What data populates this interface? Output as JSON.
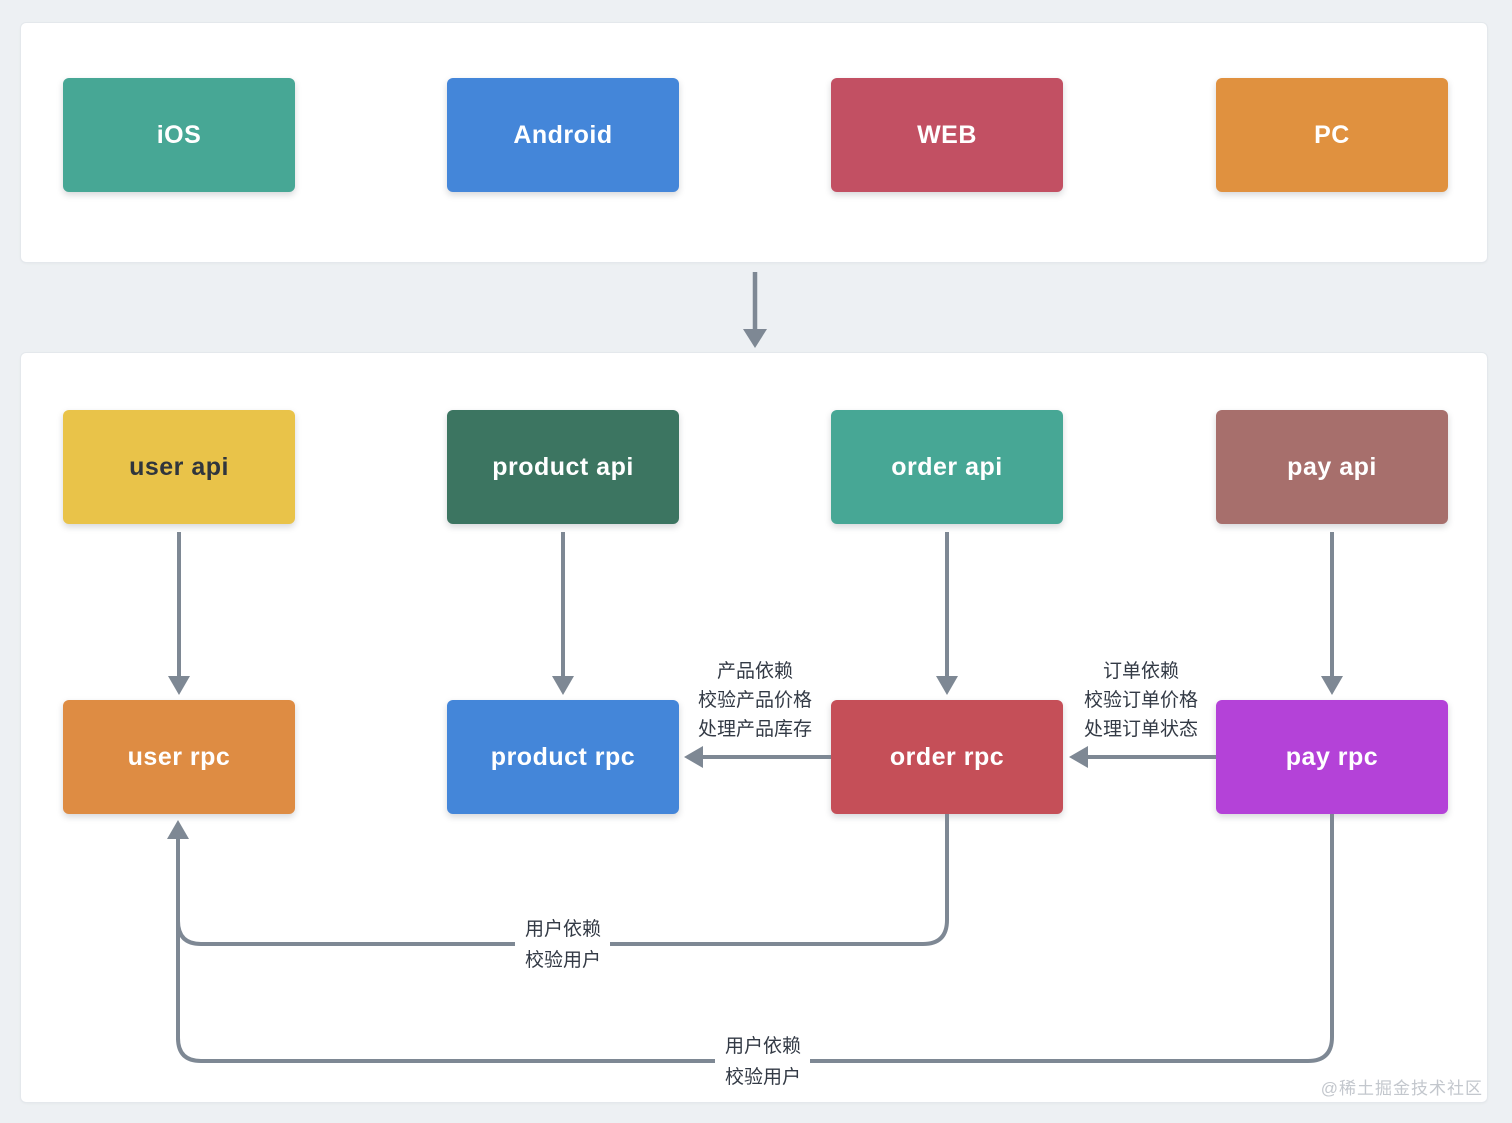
{
  "canvas": {
    "background": "#edf0f3",
    "panel_background": "#ffffff",
    "panel_border": "#e4e8ec",
    "connector_color": "#7e8894",
    "label_color": "#333a45",
    "watermark_color": "#c3c7cd"
  },
  "client_row": [
    {
      "id": "ios",
      "label": "iOS",
      "color": "#47a795",
      "text_color": "#ffffff"
    },
    {
      "id": "android",
      "label": "Android",
      "color": "#4486d9",
      "text_color": "#ffffff"
    },
    {
      "id": "web",
      "label": "WEB",
      "color": "#c25063",
      "text_color": "#ffffff"
    },
    {
      "id": "pc",
      "label": "PC",
      "color": "#e0913f",
      "text_color": "#ffffff"
    }
  ],
  "api_row": [
    {
      "id": "user-api",
      "label": "user api",
      "color": "#e9c349",
      "text_color": "#2f353d"
    },
    {
      "id": "product-api",
      "label": "product api",
      "color": "#3c7561",
      "text_color": "#ffffff"
    },
    {
      "id": "order-api",
      "label": "order api",
      "color": "#47a795",
      "text_color": "#ffffff"
    },
    {
      "id": "pay-api",
      "label": "pay api",
      "color": "#a76f6c",
      "text_color": "#ffffff"
    }
  ],
  "rpc_row": [
    {
      "id": "user-rpc",
      "label": "user rpc",
      "color": "#de8c43",
      "text_color": "#ffffff"
    },
    {
      "id": "product-rpc",
      "label": "product rpc",
      "color": "#4486d9",
      "text_color": "#ffffff"
    },
    {
      "id": "order-rpc",
      "label": "order rpc",
      "color": "#c54f58",
      "text_color": "#ffffff"
    },
    {
      "id": "pay-rpc",
      "label": "pay rpc",
      "color": "#b442d8",
      "text_color": "#ffffff"
    }
  ],
  "edge_labels": {
    "product_dep": {
      "lines": [
        "产品依赖",
        "校验产品价格",
        "处理产品库存"
      ]
    },
    "order_dep": {
      "lines": [
        "订单依赖",
        "校验订单价格",
        "处理订单状态"
      ]
    },
    "user_dep_from_order": {
      "lines": [
        "用户依赖",
        "校验用户"
      ]
    },
    "user_dep_from_pay": {
      "lines": [
        "用户依赖",
        "校验用户"
      ]
    }
  },
  "watermark": "@稀土掘金技术社区"
}
